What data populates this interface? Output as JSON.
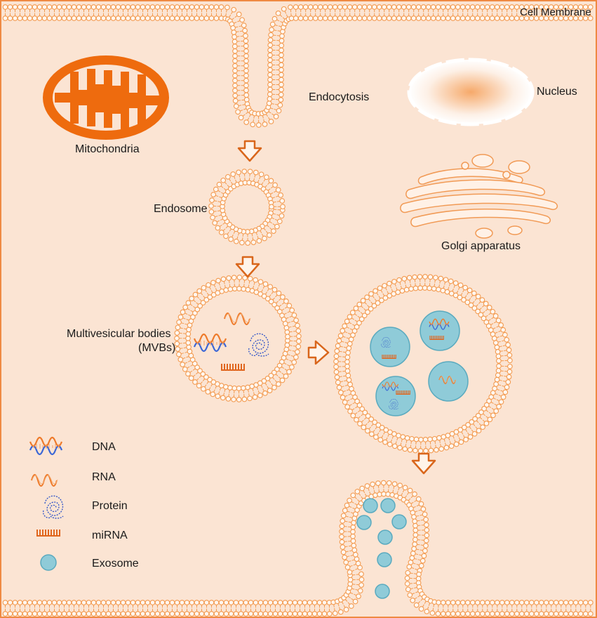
{
  "labels": {
    "cell_membrane": "Cell Membrane",
    "endocytosis": "Endocytosis",
    "nucleus": "Nucleus",
    "mitochondria": "Mitochondria",
    "endosome": "Endosome",
    "golgi": "Golgi apparatus",
    "mvb_line1": "Multivesicular bodies",
    "mvb_line2": "(MVBs)"
  },
  "legend": [
    {
      "icon": "dna-icon",
      "label": "DNA"
    },
    {
      "icon": "rna-icon",
      "label": "RNA"
    },
    {
      "icon": "protein-icon",
      "label": "Protein"
    },
    {
      "icon": "mirna-icon",
      "label": "miRNA"
    },
    {
      "icon": "exosome-icon",
      "label": "Exosome"
    }
  ],
  "colors": {
    "background": "#fbe4d3",
    "membrane": "#f39a4f",
    "mitochondria": "#ee6b0e",
    "arrow": "#d9661b",
    "dna_blue": "#3a66d6",
    "protein": "#2a50c8",
    "exosome_fill": "#8fcbd8",
    "exosome_stroke": "#5aaabf"
  }
}
